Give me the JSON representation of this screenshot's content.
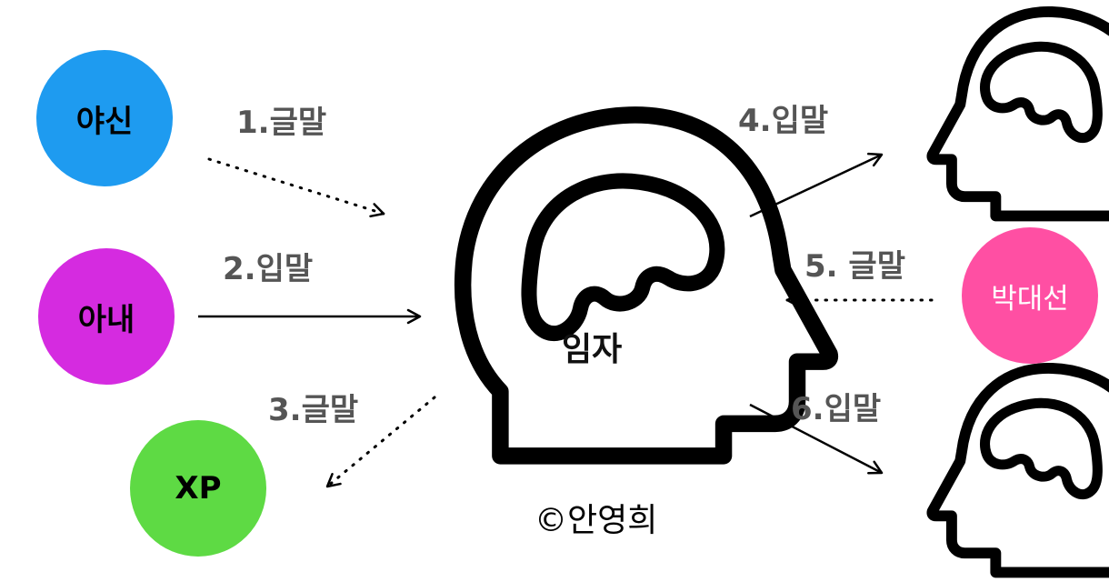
{
  "nodes": {
    "yasin": {
      "label": "야신",
      "color": "#1E9BF0"
    },
    "wife": {
      "label": "아내",
      "color": "#D52BE0"
    },
    "xp": {
      "label": "XP",
      "color": "#5EDA44"
    },
    "center": {
      "label": "임자"
    },
    "park": {
      "label": "박대선",
      "color": "#FF4FA3"
    }
  },
  "edges": [
    {
      "label": "1.글말",
      "style": "dotted"
    },
    {
      "label": "2.입말",
      "style": "solid"
    },
    {
      "label": "3.글말",
      "style": "dotted"
    },
    {
      "label": "4.입말",
      "style": "solid"
    },
    {
      "label": "5. 글말",
      "style": "dotted"
    },
    {
      "label": "6.입말",
      "style": "solid"
    }
  ],
  "copyright": "©안영희",
  "icons": [
    "head-brain-icon"
  ]
}
